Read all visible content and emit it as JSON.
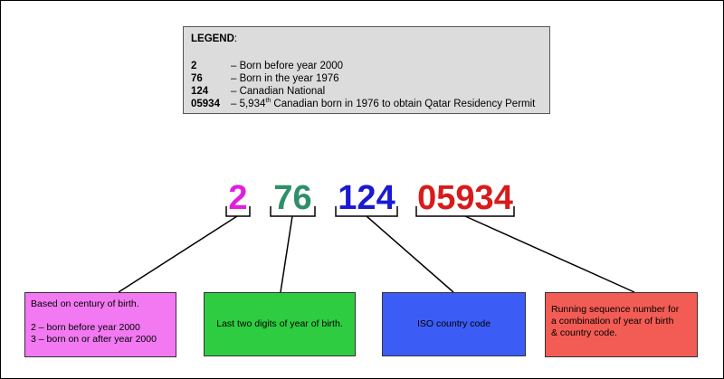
{
  "legend": {
    "title": "LEGEND",
    "colon": ":",
    "rows": [
      {
        "code": "2",
        "desc": "– Born before year 2000"
      },
      {
        "code": "76",
        "desc": "– Born in the year 1976"
      },
      {
        "code": "124",
        "desc": "– Canadian National"
      },
      {
        "code": "05934",
        "desc_pre": "– 5,934",
        "desc_sup": "th",
        "desc_post": " Canadian born in 1976 to obtain Qatar Residency Permit"
      }
    ]
  },
  "digits": [
    {
      "text": "2",
      "color": "#e01ee0"
    },
    {
      "text": "76",
      "color": "#2f8f6a"
    },
    {
      "text": "124",
      "color": "#1a1ad0"
    },
    {
      "text": "05934",
      "color": "#d81b1b"
    }
  ],
  "boxes": {
    "century": {
      "color": "#f279f2",
      "lines": [
        "Based on century of birth.",
        "",
        "2 – born before year 2000",
        "3 – born on or after year 2000"
      ]
    },
    "year": {
      "color": "#2ecc40",
      "text": "Last two digits of year of birth."
    },
    "country": {
      "color": "#3b5cf5",
      "text": "ISO country code"
    },
    "sequence": {
      "color": "#f25c54",
      "lines": [
        "Running sequence number for",
        "a combination of year of birth",
        "& country code."
      ]
    }
  }
}
